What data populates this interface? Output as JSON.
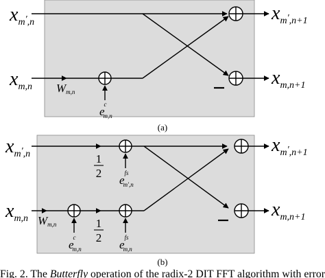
{
  "panel_a": {
    "caption": "(a)",
    "input_top": {
      "main": "x",
      "sub_m": "m",
      "sub_prime": "′",
      "sub_n": ",n"
    },
    "input_bottom": {
      "main": "x",
      "sub": "m,n"
    },
    "output_top": {
      "main": "x",
      "sub_m": "m",
      "sub_prime": "′",
      "sub_n": ",n+1"
    },
    "output_bottom": {
      "main": "x",
      "sub": "m,n+1"
    },
    "twiddle": {
      "main": "W",
      "sub": "m,n"
    },
    "error": {
      "main": "e",
      "sup": "c",
      "sub": "m,n"
    }
  },
  "panel_b": {
    "caption": "(b)",
    "input_top": {
      "main": "x",
      "sub_m": "m",
      "sub_prime": "′",
      "sub_n": ",n"
    },
    "input_bottom": {
      "main": "x",
      "sub": "m,n"
    },
    "output_top": {
      "main": "x",
      "sub_m": "m",
      "sub_prime": "′",
      "sub_n": ",n+1"
    },
    "output_bottom": {
      "main": "x",
      "sub": "m,n+1"
    },
    "twiddle": {
      "main": "W",
      "sub": "m,n"
    },
    "scale_top": {
      "num": "1",
      "den": "2"
    },
    "scale_bottom": {
      "num": "1",
      "den": "2"
    },
    "error_c": {
      "main": "e",
      "sup": "c",
      "sub": "m,n"
    },
    "error_fs_top": {
      "main": "e",
      "sup": "fs",
      "sub": "m′,n"
    },
    "error_fs_bottom": {
      "main": "e",
      "sup": "fs",
      "sub": "m,n"
    }
  },
  "figure_caption": {
    "label": "Fig. 2.",
    "before": "The ",
    "italic": "Butterfly",
    "after": " operation of the radix-2 DIT FFT algorithm with error"
  }
}
